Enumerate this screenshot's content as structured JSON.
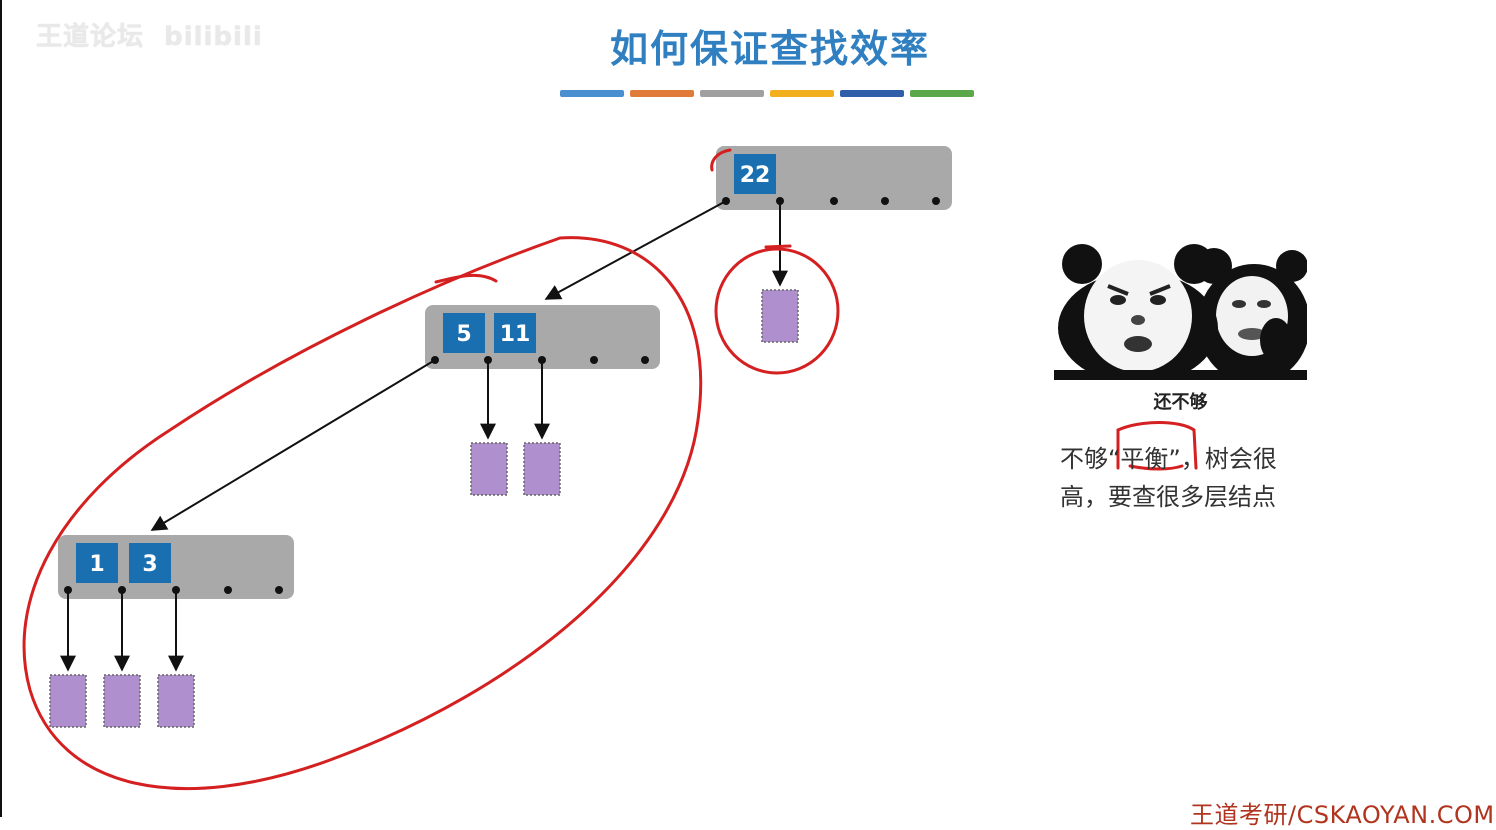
{
  "watermark": {
    "site": "王道论坛",
    "platform": "bilibili"
  },
  "title": "如何保证查找效率",
  "title_bar_colors": [
    "#4a90d0",
    "#e07b3a",
    "#a0a0a0",
    "#f2b01e",
    "#2f5fa8",
    "#5aa84a"
  ],
  "colors": {
    "node_bg": "#a9a9a9",
    "key_bg": "#1a6fb0",
    "leaf_fill": "#b08fce",
    "annotation": "#d42020",
    "title": "#2f7fc1"
  },
  "tree": {
    "root": {
      "keys": [
        "22"
      ]
    },
    "middle": {
      "keys": [
        "5",
        "11"
      ]
    },
    "lower": {
      "keys": [
        "1",
        "3"
      ]
    }
  },
  "meme": {
    "caption": "还不够"
  },
  "note": {
    "line1_pre": "不够",
    "line1_quote": "“平衡”",
    "line1_post": "，树会很",
    "line2": "高，要查很多层结点"
  },
  "footer": "王道考研/CSKAOYAN.COM"
}
